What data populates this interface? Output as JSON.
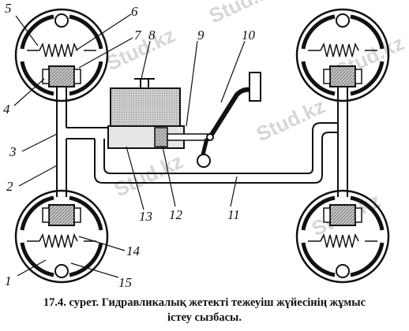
{
  "watermark": "Stud.kz",
  "labels": {
    "n1": "1",
    "n2": "2",
    "n3": "3",
    "n4": "4",
    "n5": "5",
    "n6": "6",
    "n7": "7",
    "n8": "8",
    "n9": "9",
    "n10": "10",
    "n11": "11",
    "n12": "12",
    "n13": "13",
    "n14": "14",
    "n15": "15"
  },
  "caption": {
    "line1": "17.4. сурет. Гидравликалық жетекті тежеуіш жүйесінің жұмыс",
    "line2": "істеу сызбасы."
  }
}
